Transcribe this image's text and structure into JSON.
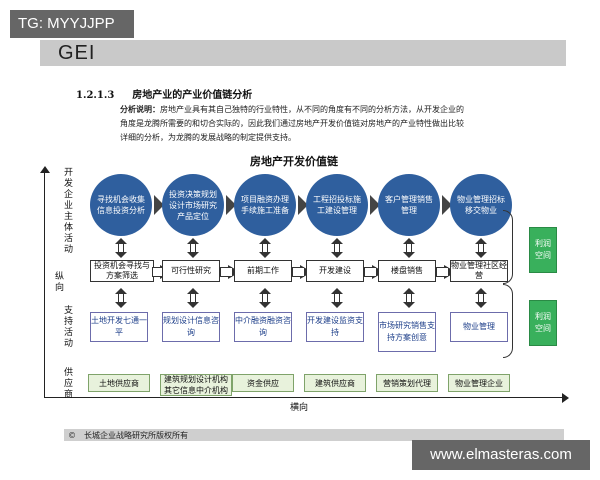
{
  "watermark_top": "TG: MYYJJPP",
  "header_label": "GEI",
  "section": {
    "number": "1.2.1.3",
    "title": "房地产业的产业价值链分析"
  },
  "analysis": {
    "label": "分析说明：",
    "text": "房地产业具有其自己独特的行业特性，从不同的角度有不同的分析方法，从开发企业的角度是龙腾所需要的和切合实际的，因此我们通过房地产开发价值链对房地产的产业特性做出比较详细的分析，为龙腾的发展战略的制定提供支持。"
  },
  "diagram": {
    "title": "房地产开发价值链",
    "left_labels": {
      "main_activity": "开发企业主体活动",
      "vertical": "纵向",
      "support_activity": "支持活动",
      "supplier": "供应商"
    },
    "horizontal_label": "横向",
    "circles": [
      "寻找机会收集信息投资分析",
      "投资决策规划设计市场研究产品定位",
      "项目融资办理手续施工准备",
      "工程招投标施工建设管理",
      "客户管理销售管理",
      "物业管理招标移交物业"
    ],
    "process": [
      "投资机会寻找与方案筛选",
      "可行性研究",
      "前期工作",
      "开发建设",
      "楼盘销售",
      "物业管理社区经营"
    ],
    "support": [
      "土地开发七通一平",
      "规划设计信息咨询",
      "中介融资融资咨询",
      "开发建设监资支持",
      "市场研究销售支持方案创意",
      "物业管理"
    ],
    "suppliers": [
      "土地供应商",
      "建筑规划设计机构其它信息中介机构",
      "资金供应",
      "建筑供应商",
      "营销策划代理",
      "物业管理企业"
    ],
    "profit": [
      "利润空间",
      "利润空间"
    ]
  },
  "footer": "©　长城企业战略研究所版权所有",
  "watermark_bottom": "www.elmasteras.com"
}
